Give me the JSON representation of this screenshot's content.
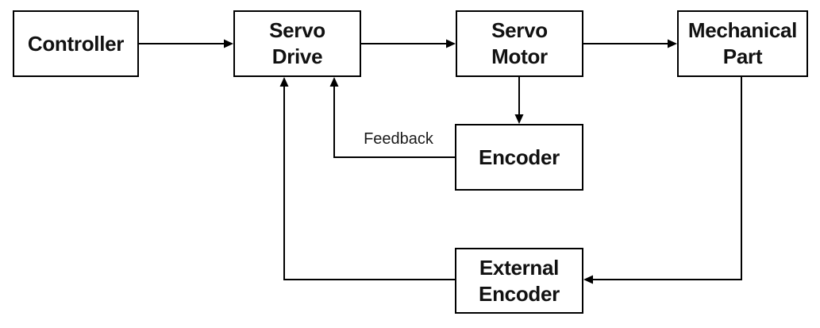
{
  "diagram": {
    "type": "block-diagram",
    "background_color": "#ffffff",
    "line_color": "#000000",
    "text_color": "#111111",
    "nodes": [
      {
        "id": "controller",
        "lines": [
          "Controller"
        ]
      },
      {
        "id": "servo-drive",
        "lines": [
          "Servo",
          "Drive"
        ]
      },
      {
        "id": "servo-motor",
        "lines": [
          "Servo",
          "Motor"
        ]
      },
      {
        "id": "mechanical-part",
        "lines": [
          "Mechanical",
          "Part"
        ]
      },
      {
        "id": "encoder",
        "lines": [
          "Encoder"
        ]
      },
      {
        "id": "external-encoder",
        "lines": [
          "External",
          "Encoder"
        ]
      }
    ],
    "edges": [
      {
        "from": "controller",
        "to": "servo-drive",
        "label": ""
      },
      {
        "from": "servo-drive",
        "to": "servo-motor",
        "label": ""
      },
      {
        "from": "servo-motor",
        "to": "mechanical-part",
        "label": ""
      },
      {
        "from": "servo-motor",
        "to": "encoder",
        "label": ""
      },
      {
        "from": "encoder",
        "to": "servo-drive",
        "label": "Feedback"
      },
      {
        "from": "mechanical-part",
        "to": "external-encoder",
        "label": ""
      },
      {
        "from": "external-encoder",
        "to": "servo-drive",
        "label": ""
      }
    ]
  }
}
